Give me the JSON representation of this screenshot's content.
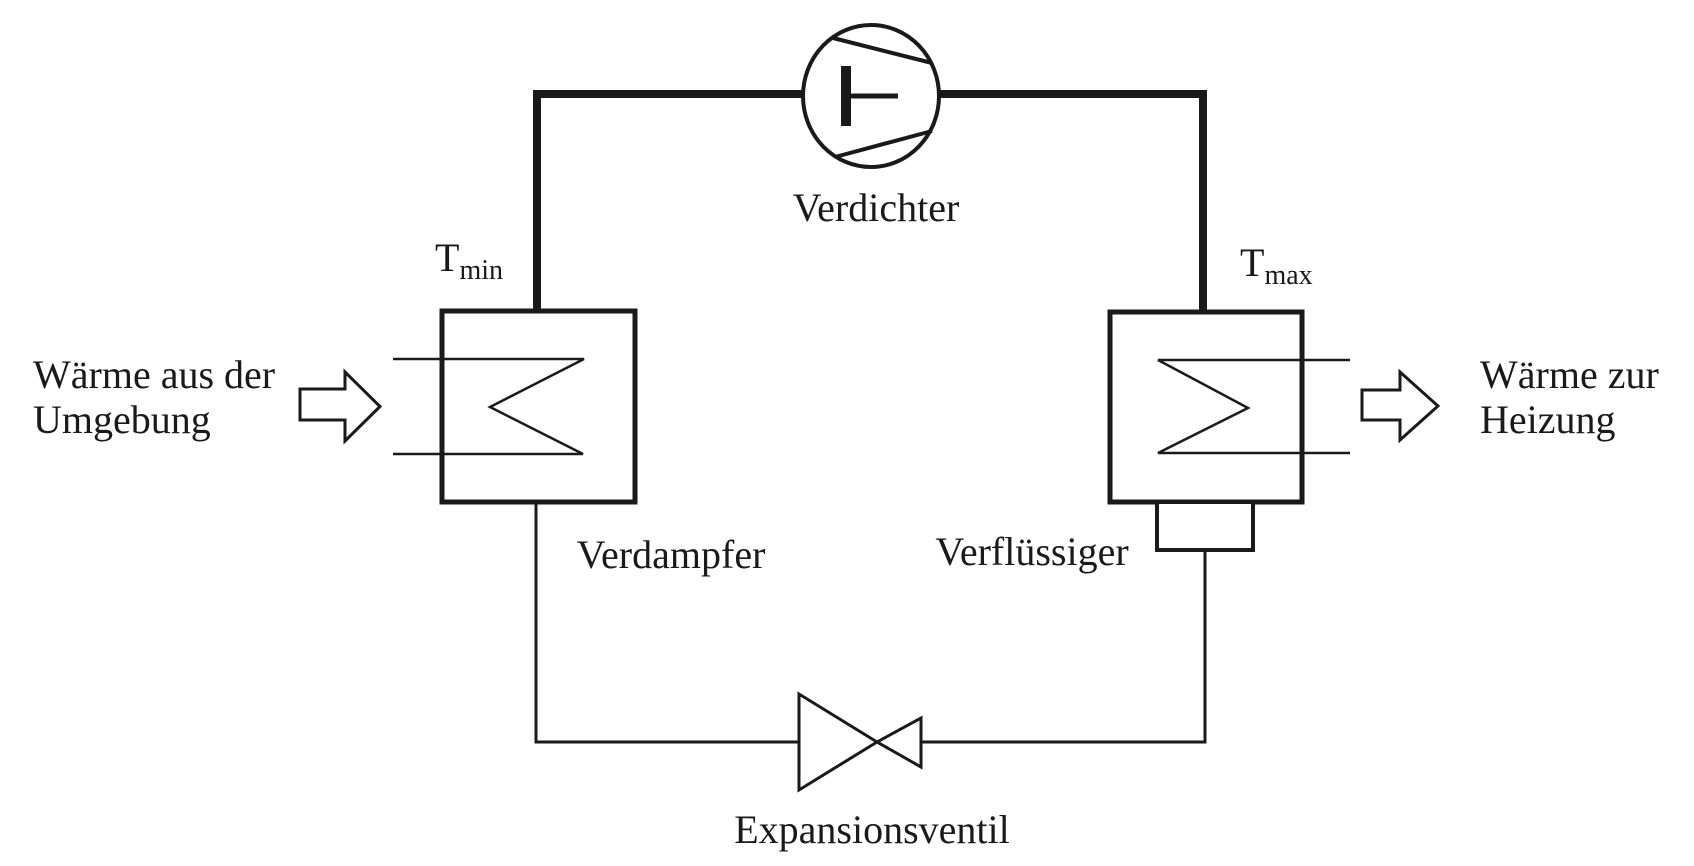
{
  "diagram": {
    "type": "heat-pump-refrigeration-cycle",
    "colors": {
      "line": "#1a1a1a",
      "background": "#ffffff"
    },
    "labels": {
      "compressor": "Verdichter",
      "evaporator": "Verdampfer",
      "condenser": "Verflüssiger",
      "expansion_valve": "Expansionsventil",
      "heat_in_line1": "Wärme aus der",
      "heat_in_line2": "Umgebung",
      "heat_out_line1": "Wärme zur",
      "heat_out_line2": "Heizung",
      "t_min_base": "T",
      "t_min_sub": "min",
      "t_max_base": "T",
      "t_max_sub": "max"
    },
    "symbols": {
      "compressor": "compressor-circle-symbol",
      "evaporator": "heat-exchanger-zigzag-box-symbol",
      "condenser": "heat-exchanger-zigzag-box-symbol",
      "receiver": "receiver-box-symbol",
      "expansion_valve": "bowtie-valve-symbol",
      "heat_in_arrow": "block-arrow-right-icon",
      "heat_out_arrow": "block-arrow-right-icon"
    }
  }
}
